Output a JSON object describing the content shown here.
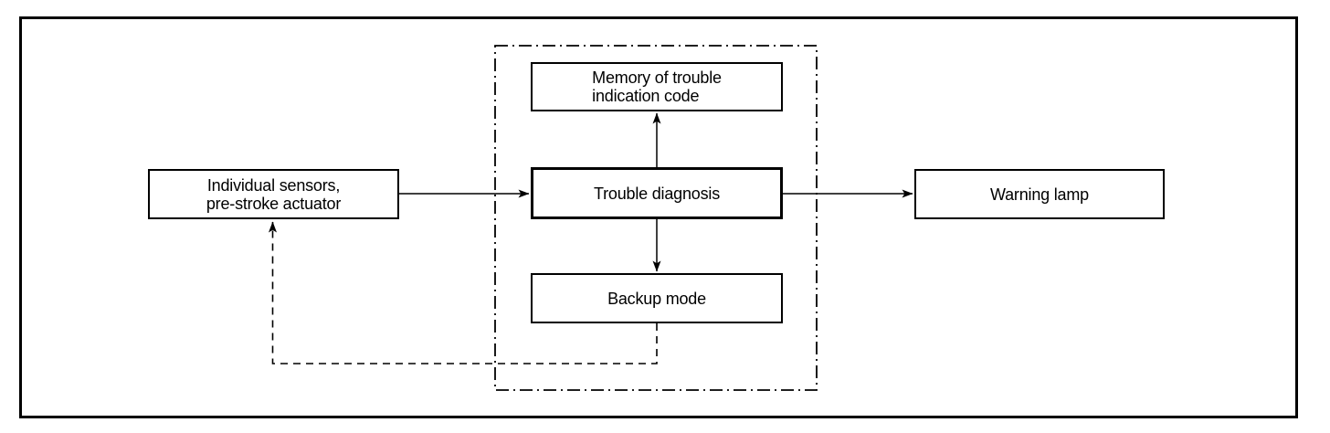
{
  "diagram": {
    "type": "block-diagram",
    "colors": {
      "background": "#ffffff",
      "line": "#000000",
      "box_fill": "#ffffff",
      "text": "#000000"
    },
    "boxes": {
      "sensors": {
        "lines": [
          "Individual sensors,",
          "pre-stroke actuator"
        ]
      },
      "memory": {
        "lines": [
          "Memory of trouble",
          "indication code"
        ]
      },
      "trouble": {
        "label": "Trouble diagnosis"
      },
      "backup": {
        "label": "Backup mode"
      },
      "warning": {
        "label": "Warning lamp"
      }
    },
    "groups": [
      {
        "name": "ecu-dashdot-group",
        "style": "dash-dot-border",
        "contains": [
          "memory",
          "trouble",
          "backup"
        ]
      }
    ],
    "connections": [
      {
        "from": "sensors",
        "to": "trouble",
        "style": "solid",
        "arrow": "end"
      },
      {
        "from": "trouble",
        "to": "memory",
        "style": "solid",
        "arrow": "end"
      },
      {
        "from": "trouble",
        "to": "backup",
        "style": "solid",
        "arrow": "end"
      },
      {
        "from": "trouble",
        "to": "warning",
        "style": "solid",
        "arrow": "end"
      },
      {
        "from": "backup",
        "to": "sensors",
        "style": "dashed",
        "arrow": "end",
        "route": "down-left-up"
      }
    ]
  }
}
